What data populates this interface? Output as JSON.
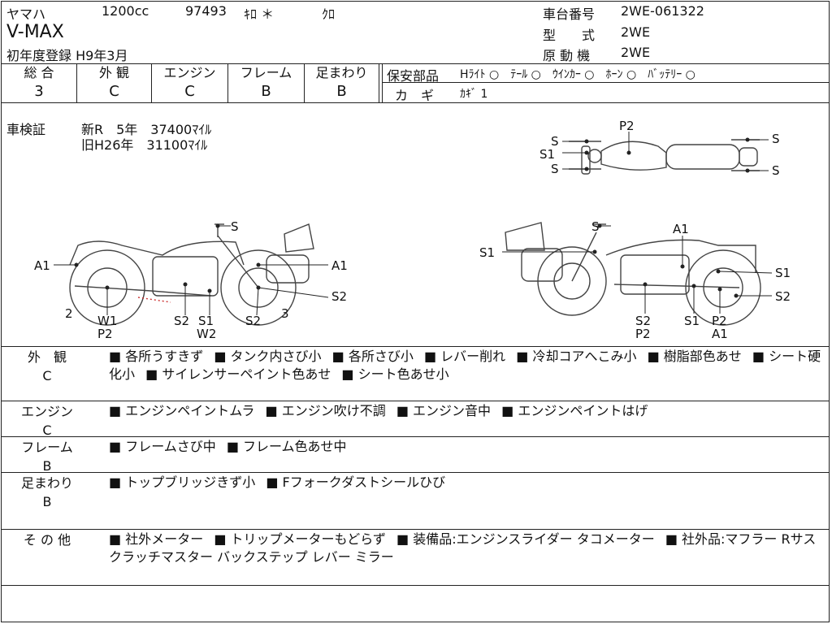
{
  "header": {
    "maker": "ヤマハ",
    "cc": "1200cc",
    "mileage": "97493",
    "km_flag": "ｷﾛ ＊",
    "color": "ｸﾛ",
    "model": "V-MAX",
    "first_reg": "初年度登録 H9年3月",
    "frame_no_label": "車台番号",
    "frame_no": "2WE-061322",
    "type_label": "型　　式",
    "type_value": "2WE",
    "engine_label": "原 動 機",
    "engine_value": "2WE"
  },
  "grades": {
    "total": {
      "label": "総 合",
      "value": "3"
    },
    "exterior": {
      "label": "外 観",
      "value": "C"
    },
    "engine": {
      "label": "エンジン",
      "value": "C"
    },
    "frame": {
      "label": "フレーム",
      "value": "B"
    },
    "suspension": {
      "label": "足まわり",
      "value": "B"
    }
  },
  "safety": {
    "label": "保安部品",
    "items": "Hﾗｲﾄ ○　ﾃｰﾙ ○　ｳｲﾝｶｰ ○　ﾎｰﾝ ○　ﾊﾞｯﾃﾘｰ ○",
    "key_label": "カ　ギ",
    "key_value": "ｶｷﾞ 1"
  },
  "inspection": {
    "label": "車検証",
    "new_row": "新R　5年　37400ﾏｲﾙ",
    "old_row": "旧H26年　31100ﾏｲﾙ"
  },
  "diagram_labels": {
    "top": {
      "p2": "P2",
      "s_tl": "S",
      "s1_l": "S1",
      "s_bl": "S",
      "s_tr": "S",
      "s_br": "S"
    },
    "left": {
      "s_top": "S",
      "a1_l": "A1",
      "a1_r": "A1",
      "s2_r": "S2",
      "two": "2",
      "three": "3",
      "w1": "W1",
      "p2": "P2",
      "s2": "S2",
      "s1": "S1",
      "w2": "W2",
      "s2b": "S2"
    },
    "right": {
      "s_top": "S",
      "a1_top": "A1",
      "s1_l": "S1",
      "s1_r": "S1",
      "s2_r": "S2",
      "s2": "S2",
      "p2": "P2",
      "s1b": "S1",
      "p2b": "P2",
      "a1b": "A1"
    }
  },
  "sections": [
    {
      "label": "外　観",
      "grade": "C",
      "items": [
        "各所うすきず",
        "タンク内さび小",
        "各所さび小",
        "レバー削れ",
        "冷却コアへこみ小",
        "樹脂部色あせ",
        "シート硬化小",
        "サイレンサーペイント色あせ",
        "シート色あせ小"
      ]
    },
    {
      "label": "エンジン",
      "grade": "C",
      "items": [
        "エンジンペイントムラ",
        "エンジン吹け不調",
        "エンジン音中",
        "エンジンペイントはげ"
      ]
    },
    {
      "label": "フレーム",
      "grade": "B",
      "items": [
        "フレームさび中",
        "フレーム色あせ中"
      ]
    },
    {
      "label": "足まわり",
      "grade": "B",
      "items": [
        "トップブリッジきず小",
        "Fフォークダストシールひび"
      ]
    },
    {
      "label": "そ の 他",
      "grade": "",
      "items": [
        "社外メーター",
        "トリップメーターもどらず",
        "装備品:エンジンスライダー タコメーター",
        "社外品:マフラー Rサス クラッチマスター バックステップ レバー ミラー"
      ]
    }
  ]
}
